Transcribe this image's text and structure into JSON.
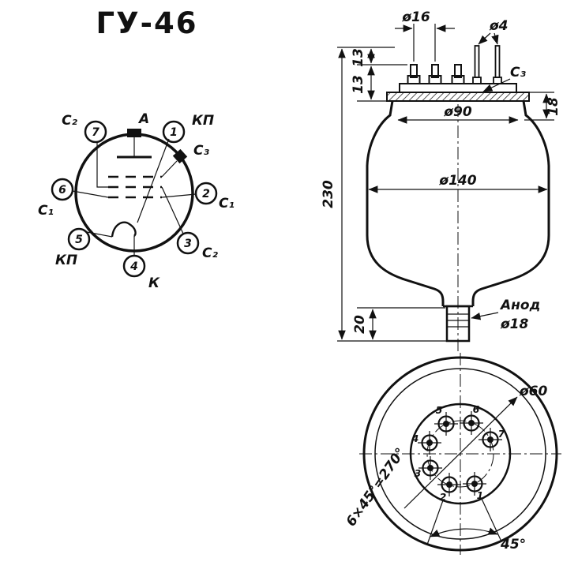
{
  "title": "ГУ-46",
  "pinout": {
    "anode_label": "А",
    "grid3_label": "С₃",
    "pins": [
      {
        "num": "1",
        "label": "КП"
      },
      {
        "num": "2",
        "label": "С₁"
      },
      {
        "num": "3",
        "label": "С₂"
      },
      {
        "num": "4",
        "label": "К"
      },
      {
        "num": "5",
        "label": "КП"
      },
      {
        "num": "6",
        "label": "С₁"
      },
      {
        "num": "7",
        "label": "С₂"
      }
    ]
  },
  "side_view": {
    "dim_pin_circle_top": "ø16",
    "dim_pin_dia": "ø4",
    "dim_pin_height": "13",
    "dim_header_height": "13",
    "dim_flange_offset": "18",
    "grid3_label": "С₃",
    "dim_cap_dia": "ø90",
    "dim_bulb_dia": "ø140",
    "dim_overall_height": "230",
    "dim_anode_stem": "20",
    "anode_label": "Анод",
    "dim_anode_dia": "ø18"
  },
  "bottom_view": {
    "dim_pin_circle": "ø60",
    "pin_spacing_note": "6×45°=270°",
    "key_angle": "45°",
    "pin_numbers": [
      "1",
      "2",
      "3",
      "4",
      "5",
      "6",
      "7"
    ]
  }
}
